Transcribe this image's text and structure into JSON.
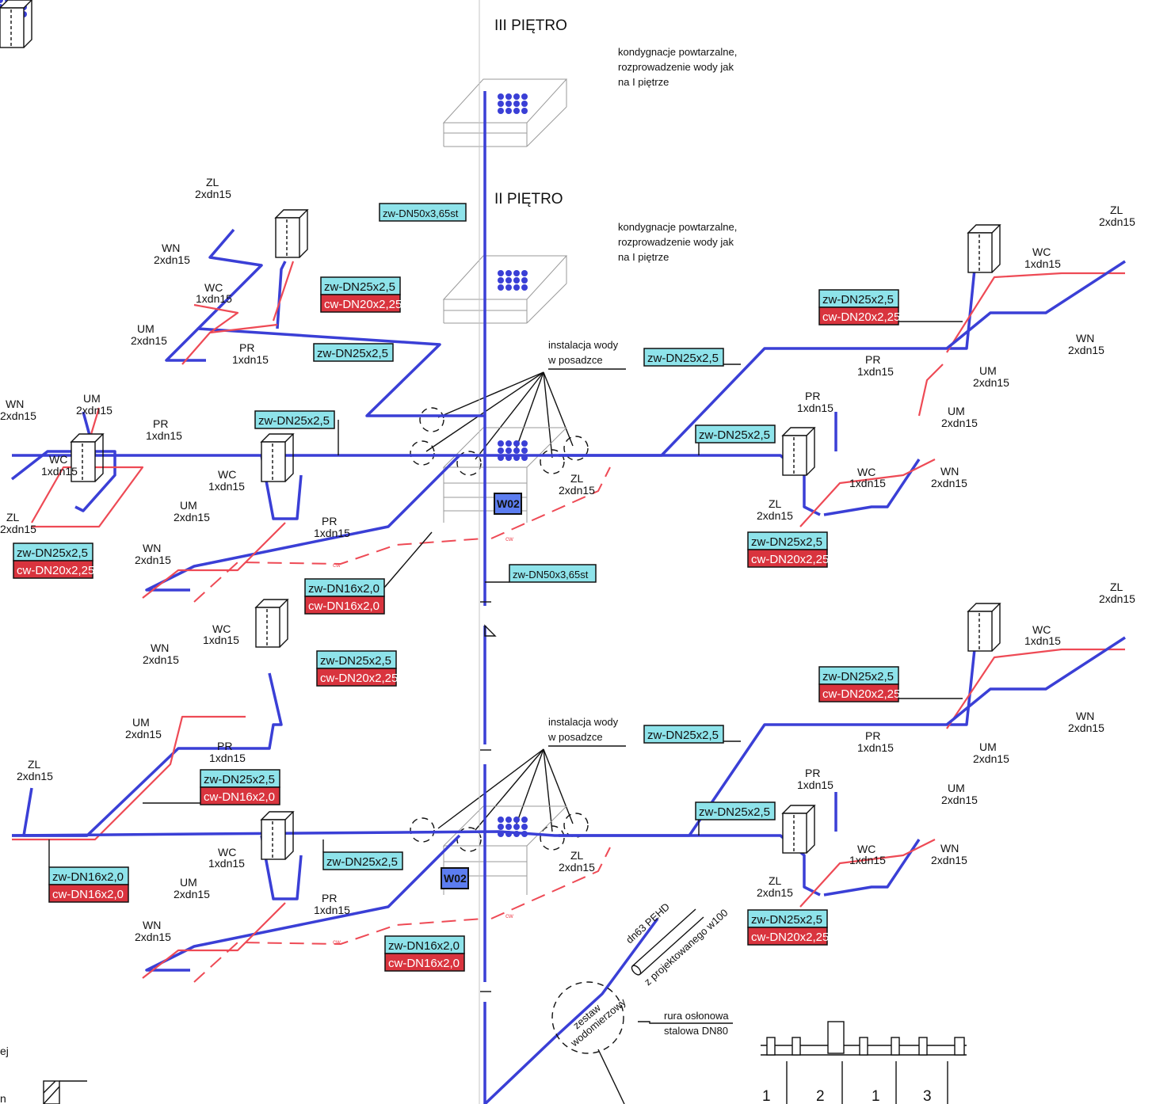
{
  "floors": {
    "floor3": "III PIĘTRO",
    "floor2": "II PIĘTRO"
  },
  "notes": {
    "repeat_a": [
      "kondygnacje powtarzalne,",
      "rozprowadzenie wody jak",
      "na I piętrze"
    ],
    "repeat_b": [
      "kondygnacje powtarzalne,",
      "rozprowadzenie wody jak",
      "na I piętrze"
    ],
    "floor_water_a": [
      "instalacja wody",
      "w posadzce"
    ],
    "floor_water_b": [
      "instalacja wody",
      "w posadzce"
    ],
    "casing_pipe": [
      "rura osłonowa",
      "stalowa DN80"
    ],
    "meter_set": [
      "zestaw",
      "wodomierzowy"
    ],
    "inlet_pipe": "dn63 PEHD",
    "inlet_from": "z projektowanego w100",
    "cw_mark": "cw",
    "left_edge_a": "ej",
    "left_edge_b": "n"
  },
  "tags": {
    "riser_top": "zw-DN50x3,65st",
    "riser_mid": "zw-DN50x3,65st",
    "t1_zw": "zw-DN25x2,5",
    "t1_cw": "cw-DN20x2,25",
    "t2_zw": "zw-DN25x2,5",
    "t3_zw": "zw-DN25x2,5",
    "t4_zw": "zw-DN25x2,5",
    "t4_cw": "cw-DN20x2,25",
    "t5_zw": "zw-DN16x2,0",
    "t5_cw": "cw-DN16x2,0",
    "t6_zw": "zw-DN25x2,5",
    "t6_cw": "cw-DN20x2,25",
    "t7_zw": "zw-DN25x2,5",
    "t8_zw": "zw-DN25x2,5",
    "t9_zw": "zw-DN25x2,5",
    "t9_cw": "cw-DN20x2,25",
    "t10_zw": "zw-DN25x2,5",
    "t10_cw": "cw-DN20x2,25",
    "t11_zw": "zw-DN25x2,5",
    "t11_cw": "cw-DN16x2,0",
    "t12_zw": "zw-DN16x2,0",
    "t12_cw": "cw-DN16x2,0",
    "t13_zw": "zw-DN25x2,5",
    "t14_zw": "zw-DN16x2,0",
    "t14_cw": "cw-DN16x2,0",
    "t15_zw": "zw-DN25x2,5",
    "t16_zw": "zw-DN25x2,5",
    "t16_cw": "cw-DN20x2,25",
    "t17_zw": "zw-DN25x2,5",
    "t18_zw": "zw-DN25x2,5",
    "t18_cw": "cw-DN20x2,25"
  },
  "meters": {
    "w_a": "W02",
    "w_b": "W02"
  },
  "fixtures": {
    "zl": "ZL",
    "wn": "WN",
    "wc": "WC",
    "um": "UM",
    "pr": "PR",
    "d2": "2xdn15",
    "d1": "1xdn15"
  },
  "detail_numbers": [
    "1",
    "2",
    "1",
    "3"
  ],
  "colors": {
    "cold_pipe": "#3a3fd6",
    "hot_pipe": "#ee4a55",
    "zw_tag": "#8ee3ea",
    "cw_tag": "#d9343e",
    "meter_box": "#5c7df0"
  }
}
